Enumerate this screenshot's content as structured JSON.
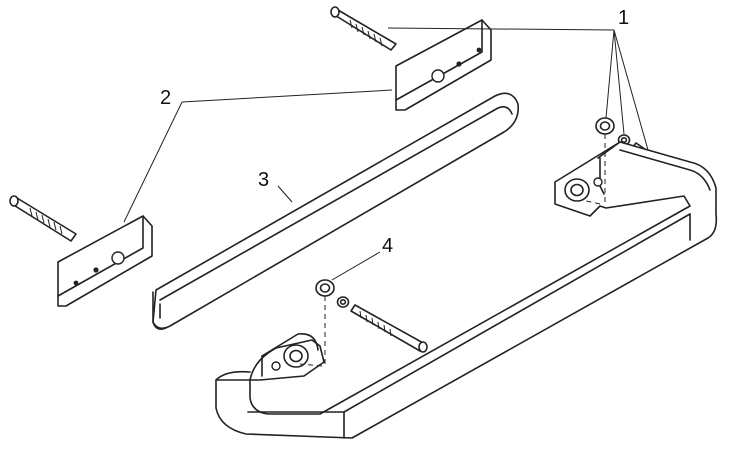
{
  "callouts": [
    {
      "id": "1",
      "label": "1"
    },
    {
      "id": "2",
      "label": "2"
    },
    {
      "id": "3",
      "label": "3"
    },
    {
      "id": "4",
      "label": "4"
    }
  ],
  "colors": {
    "line": "#222222",
    "background": "#ffffff"
  }
}
